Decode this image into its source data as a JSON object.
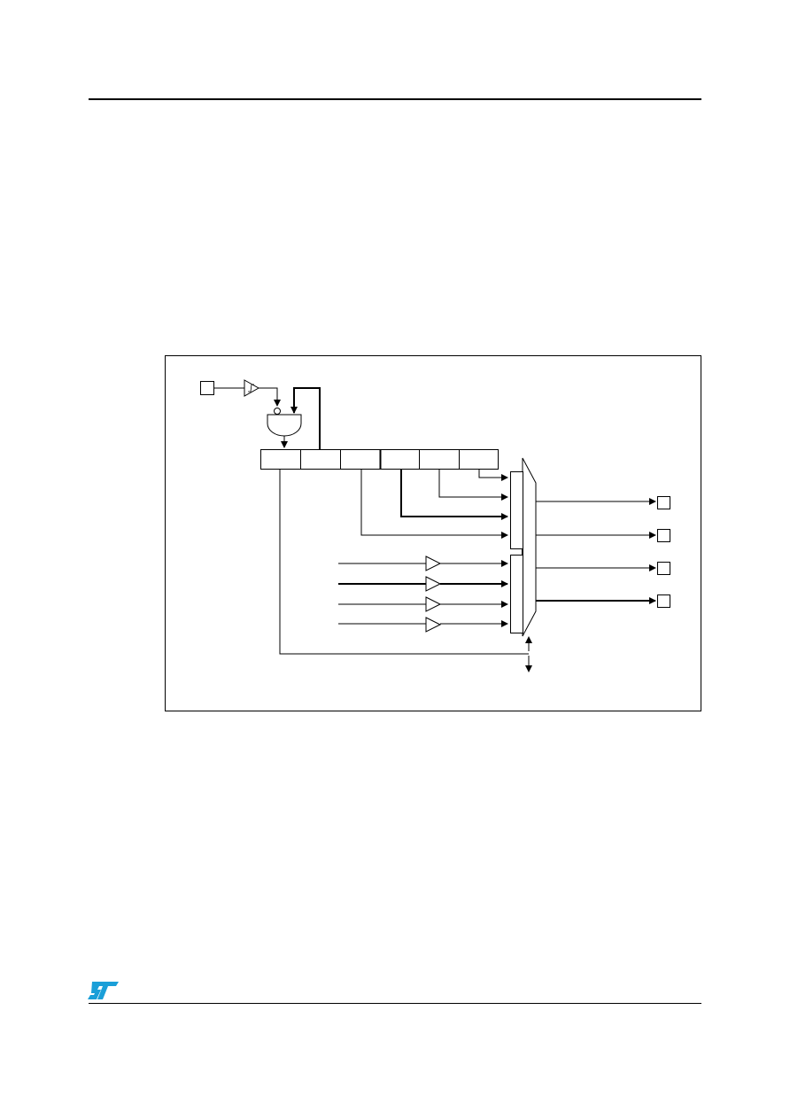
{
  "page": {
    "header_rule": true,
    "footer_rule": true
  },
  "logo": {
    "name": "st-logo",
    "text": "ST",
    "color": "#1a9fd8"
  },
  "diagram": {
    "frame": true,
    "input_pin": {
      "label": ""
    },
    "register_cells": 6,
    "mux_inputs": 8,
    "buffered_inputs": 4,
    "output_pins": [
      {
        "label": ""
      },
      {
        "label": ""
      },
      {
        "label": ""
      },
      {
        "label": ""
      }
    ],
    "colors": {
      "line": "#000000",
      "background": "#ffffff"
    }
  }
}
